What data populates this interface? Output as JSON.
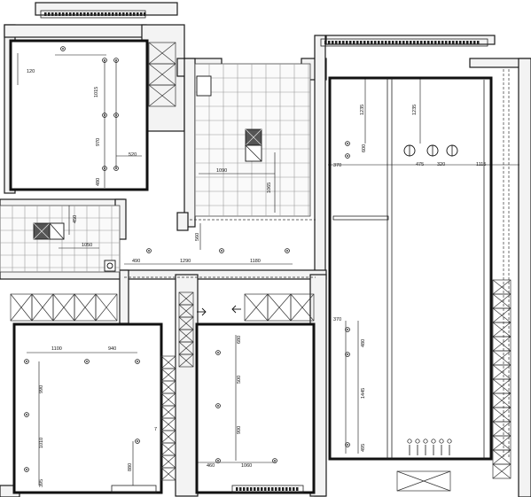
{
  "dimensions": {
    "room_top_left": [
      "120",
      "1015",
      "970",
      "520",
      "480"
    ],
    "bath_center": [
      "1090",
      "1065"
    ],
    "right_hall": [
      "1235",
      "1235",
      "600",
      "370",
      "475",
      "320",
      "1115"
    ],
    "left_utility": [
      "450",
      "1050"
    ],
    "corridor": [
      "490",
      "1290",
      "1180",
      "560"
    ],
    "room_bottom_left": [
      "1100",
      "940",
      "990",
      "1010",
      "395",
      "880",
      "7"
    ],
    "room_bottom_mid": [
      "680",
      "500",
      "900",
      "1060",
      "460"
    ],
    "right_lower": [
      "370",
      "480",
      "1445",
      "495"
    ]
  },
  "colors": {
    "wall_fill": "#f3f3f3",
    "line": "#111111",
    "tile_grid": "#9a9a9a"
  },
  "icons": [
    "arrow-right-icon",
    "arrow-left-icon",
    "outlet-icon",
    "drain-icon",
    "wall-lamp-icon"
  ]
}
